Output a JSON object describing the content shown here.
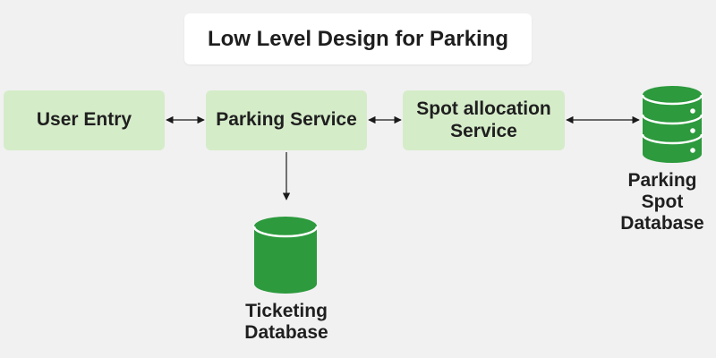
{
  "title": "Low Level Design for Parking",
  "nodes": {
    "user_entry": "User Entry",
    "parking_service": "Parking Service",
    "spot_allocation_line1": "Spot allocation",
    "spot_allocation_line2": "Service"
  },
  "databases": {
    "ticketing_line1": "Ticketing",
    "ticketing_line2": "Database",
    "parking_spot_line1": "Parking",
    "parking_spot_line2": "Spot",
    "parking_spot_line3": "Database"
  },
  "colors": {
    "node_fill": "#d5ecc9",
    "database_fill": "#2c9a3d",
    "database_dark": "#1d7d2d",
    "arrow": "#1a1a1a",
    "background": "#f1f1f1"
  }
}
